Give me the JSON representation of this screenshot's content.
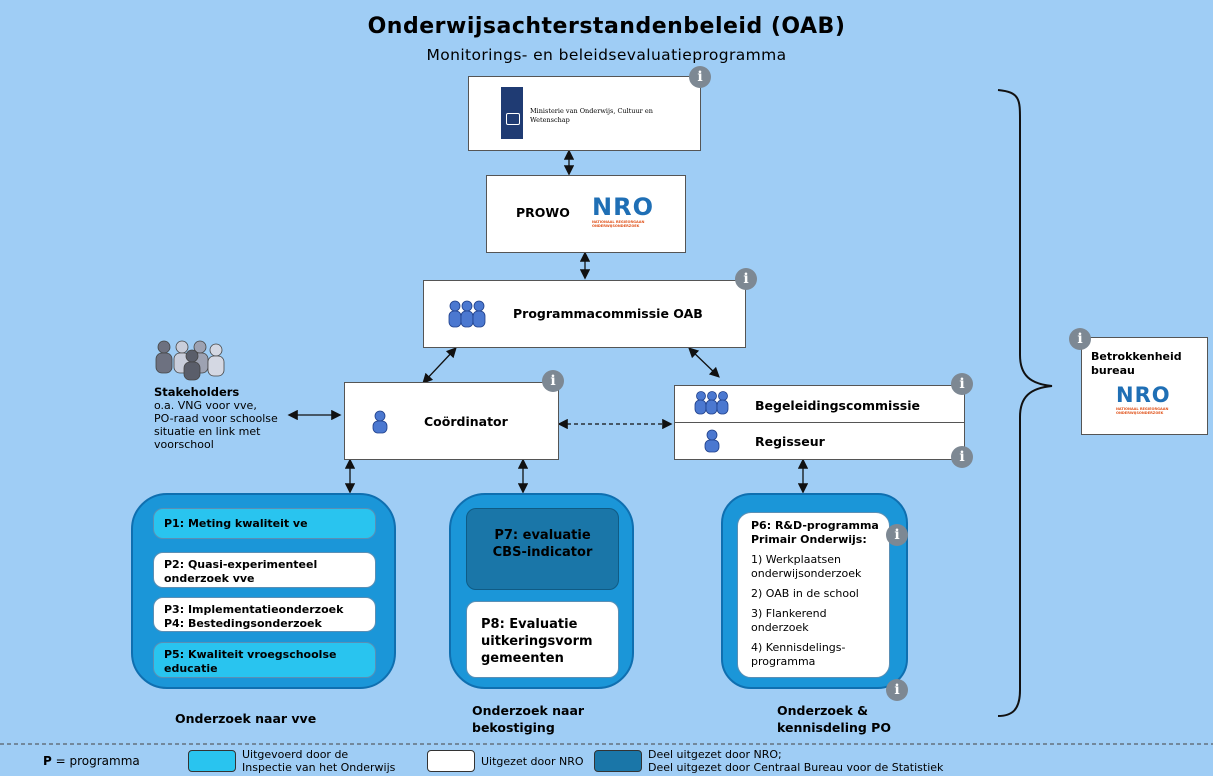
{
  "title": "Onderwijsachterstandenbeleid (OAB)",
  "subtitle": "Monitorings- en beleidsevaluatieprogramma",
  "ministry": {
    "line1": "Ministerie van Onderwijs, Cultuur en",
    "line2": "Wetenschap"
  },
  "prowo": {
    "label": "PROWO"
  },
  "nro_logo": {
    "letters": "NRO",
    "sub1": "NATIONAAL REGIEORGAAN",
    "sub2": "ONDERWIJSONDERZOEK"
  },
  "programmacommissie": {
    "label": "Programmacommissie OAB"
  },
  "stakeholders": {
    "title": "Stakeholders",
    "line1": "o.a. VNG voor vve,",
    "line2": "PO-raad voor schoolse",
    "line3": "situatie en link met",
    "line4": "voorschool"
  },
  "coordinator": {
    "label": "Coördinator"
  },
  "begeleidingscommissie": {
    "label": "Begeleidingscommissie"
  },
  "regisseur": {
    "label": "Regisseur"
  },
  "betrokkenheid": {
    "line1": "Betrokkenheid",
    "line2": "bureau"
  },
  "vve_group": {
    "p1": "P1: Meting kwaliteit ve",
    "p2a": "P2: Quasi-experimenteel",
    "p2b": "onderzoek vve",
    "p3": "P3: Implementatieonderzoek",
    "p4": "P4: Bestedingsonderzoek",
    "p5a": "P5: Kwaliteit vroegschoolse",
    "p5b": "educatie",
    "caption": "Onderzoek naar vve"
  },
  "bekostiging_group": {
    "p7a": "P7: evaluatie",
    "p7b": "CBS-indicator",
    "p8a": "P8: Evaluatie",
    "p8b": "uitkeringsvorm",
    "p8c": "gemeenten",
    "caption1": "Onderzoek naar",
    "caption2": "bekostiging"
  },
  "po_group": {
    "p6a": "P6: R&D-programma",
    "p6b": "Primair Onderwijs:",
    "item1a": "1) Werkplaatsen",
    "item1b": "onderwijsonderzoek",
    "item2": "2) OAB in de school",
    "item3a": "3) Flankerend",
    "item3b": "onderzoek",
    "item4a": "4) Kennisdelings-",
    "item4b": "programma",
    "caption1": "Onderzoek &",
    "caption2": "kennisdeling PO"
  },
  "legend": {
    "p_key": "P",
    "p_text": "= programma",
    "cyan1": "Uitgevoerd door de",
    "cyan2": "Inspectie van het Onderwijs",
    "white": "Uitgezet door NRO",
    "dark1": "Deel uitgezet door NRO;",
    "dark2": "Deel uitgezet door Centraal Bureau voor de Statistiek"
  },
  "info_glyph": "i",
  "colors": {
    "background": "#9fcdf5",
    "cyan": "#29c4ef",
    "group_blue": "#1b96d8",
    "dark_teal": "#1a76a8",
    "info_gray": "#7d8893",
    "nro_blue": "#1f6fb5",
    "nro_orange": "#f08a1c"
  }
}
